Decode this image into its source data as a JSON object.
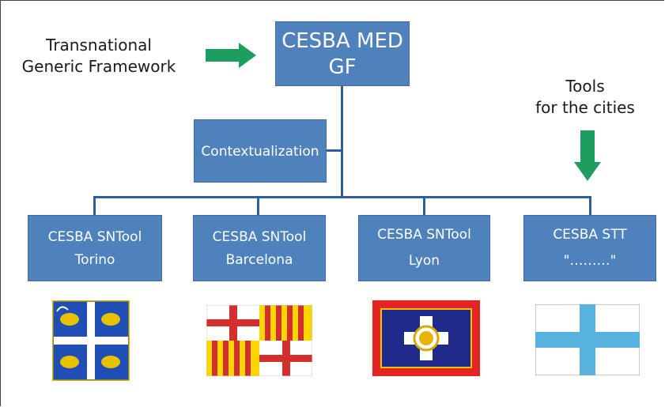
{
  "framework_label": {
    "line1": "Transnational",
    "line2": "Generic Framework"
  },
  "tools_label": {
    "line1": "Tools",
    "line2": "for the cities"
  },
  "main_box": {
    "line1": "CESBA MED",
    "line2": "GF"
  },
  "context_box": {
    "label": "Contextualization"
  },
  "tools": [
    {
      "line1": "CESBA SNTool",
      "line2": "Torino"
    },
    {
      "line1": "CESBA SNTool",
      "line2": "Barcelona"
    },
    {
      "line1": "CESBA SNTool",
      "line2": "Lyon"
    },
    {
      "line1": "CESBA STT",
      "line2": "\"………\""
    }
  ],
  "colors": {
    "box": "#4f81bd",
    "connector": "#2f5e9e",
    "arrow": "#1e9e5e"
  },
  "flags": [
    "torino-flag",
    "barcelona-flag",
    "lyon-flag",
    "marseille-flag"
  ]
}
